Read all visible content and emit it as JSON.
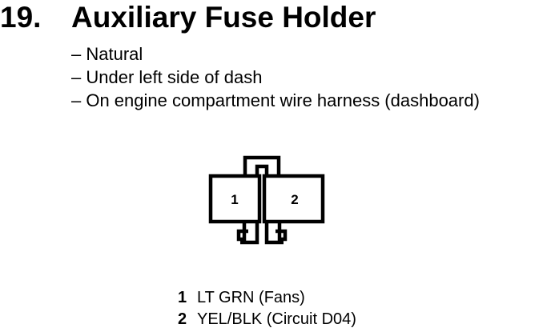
{
  "heading": {
    "number": "19.",
    "title": "Auxiliary Fuse Holder"
  },
  "notes": [
    "– Natural",
    "– Under left side of dash",
    "– On engine compartment wire harness (dashboard)"
  ],
  "connector": {
    "cavities": [
      {
        "label": "1"
      },
      {
        "label": "2"
      }
    ]
  },
  "pins": [
    {
      "number": "1",
      "wire": "LT GRN (Fans)"
    },
    {
      "number": "2",
      "wire": "YEL/BLK (Circuit D04)"
    }
  ]
}
